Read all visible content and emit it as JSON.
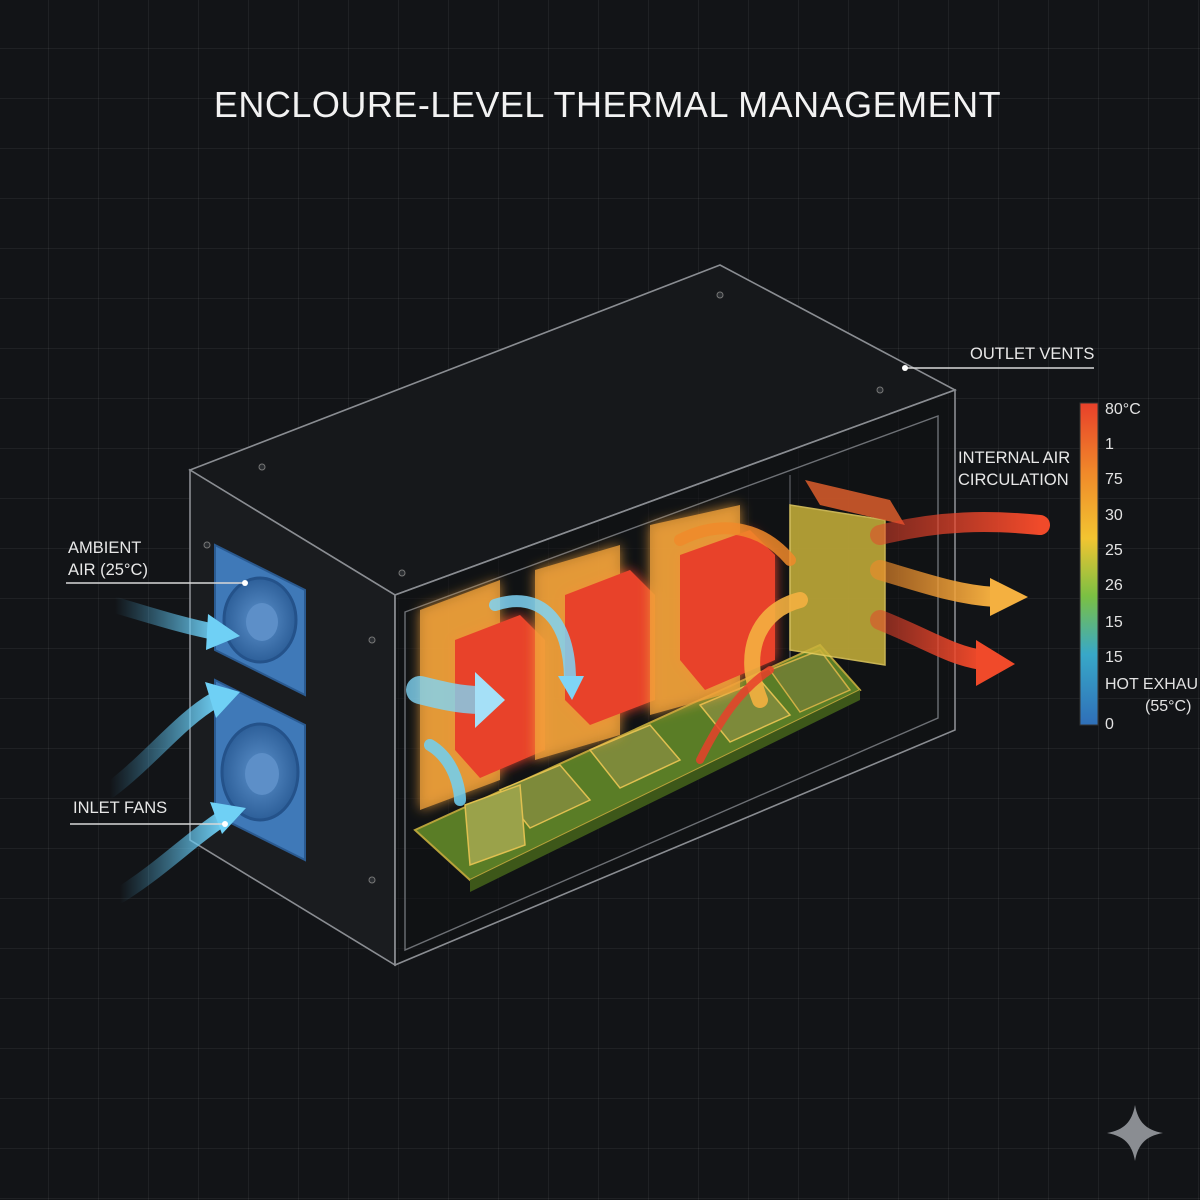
{
  "title": "ENCLOURE-LEVEL THERMAL MANAGEMENT",
  "labels": {
    "ambient_line1": "AMBIENT",
    "ambient_line2": "AIR (25°C)",
    "inlet_fans": "INLET FANS",
    "outlet_vents": "OUTLET VENTS",
    "internal_line1": "INTERNAL AIR",
    "internal_line2": "CIRCULATION"
  },
  "scale": {
    "ticks": [
      "80°C",
      "1",
      "75",
      "30",
      "25",
      "26",
      "15",
      "15",
      "HOT EXHAU",
      "0"
    ],
    "exhaust_temp": "(55°C)",
    "colors": [
      "#e8402a",
      "#f08a2a",
      "#f2c431",
      "#7bc043",
      "#38a8c8",
      "#2f6fb8"
    ]
  },
  "colors": {
    "background": "#121417",
    "cool_air": "#4fb6e8",
    "hot_air": "#e8402a",
    "warm_air": "#f0a030",
    "fan": "#3f79b8",
    "heatsink": "#e8432b",
    "pcb": "#6a8f2e"
  },
  "icons": [
    "sparkle-icon"
  ]
}
